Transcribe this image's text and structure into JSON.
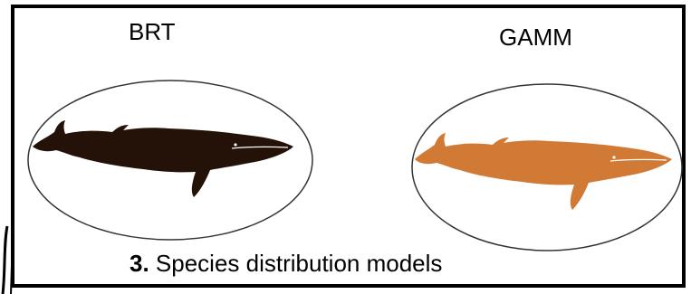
{
  "models": {
    "left": {
      "label": "BRT",
      "icon": "whale-icon",
      "whale_color": "#241208"
    },
    "right": {
      "label": "GAMM",
      "icon": "whale-icon",
      "whale_color": "#D17A35"
    }
  },
  "caption": {
    "number": "3.",
    "text": " Species distribution models"
  },
  "colors": {
    "frame": "#000000",
    "background": "#ffffff",
    "ellipse_stroke": "#333333",
    "whale_eye_line": "#ffffff"
  }
}
